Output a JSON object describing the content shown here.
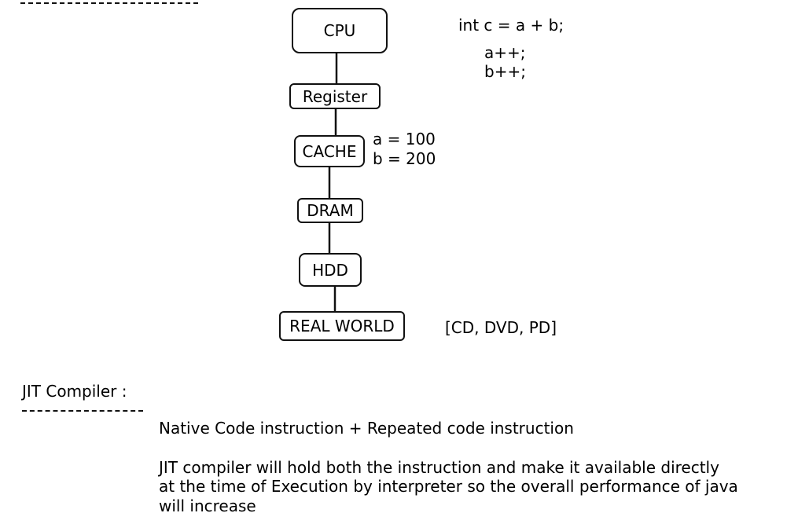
{
  "diagram": {
    "nodes": [
      {
        "id": "cpu",
        "label": "CPU"
      },
      {
        "id": "register",
        "label": "Register"
      },
      {
        "id": "cache",
        "label": "CACHE"
      },
      {
        "id": "dram",
        "label": "DRAM"
      },
      {
        "id": "hdd",
        "label": "HDD"
      },
      {
        "id": "real_world",
        "label": "REAL WORLD"
      }
    ],
    "edges": [
      [
        "cpu",
        "register"
      ],
      [
        "register",
        "cache"
      ],
      [
        "cache",
        "dram"
      ],
      [
        "dram",
        "hdd"
      ],
      [
        "hdd",
        "real_world"
      ]
    ],
    "cache_values": [
      "a = 100",
      "b = 200"
    ],
    "code_lines": [
      "int c = a + b;",
      "a++;",
      "b++;"
    ],
    "real_world_note": "[CD, DVD, PD]"
  },
  "jit": {
    "heading": "JIT Compiler :",
    "summary": "Native Code instruction + Repeated code instruction",
    "description_lines": [
      "JIT compiler will hold both the instruction and make it available directly",
      "at the time of Execution by interpreter so the overall performance of java",
      "will increase"
    ]
  }
}
